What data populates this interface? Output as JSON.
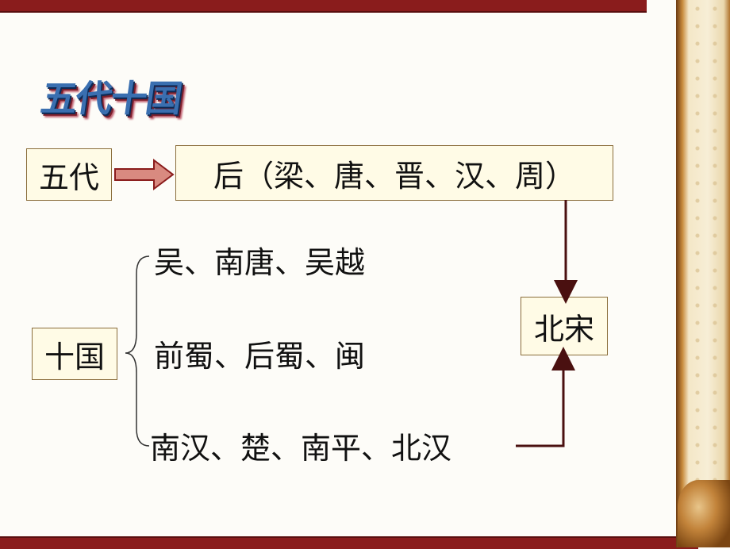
{
  "title": "五代十国",
  "wudai_label": "五代",
  "dynasties_label": "后（梁、唐、晋、汉、周）",
  "shiguo_label": "十国",
  "states_row1": "吴、南唐、吴越",
  "states_row2": "前蜀、后蜀、闽",
  "states_row3": "南汉、楚、南平、北汉",
  "beisong_label": "北宋",
  "colors": {
    "frame": "#8a1c1c",
    "arrow_fill": "#d98a80",
    "line": "#4a1010",
    "box_fill": "#fffbe6"
  }
}
